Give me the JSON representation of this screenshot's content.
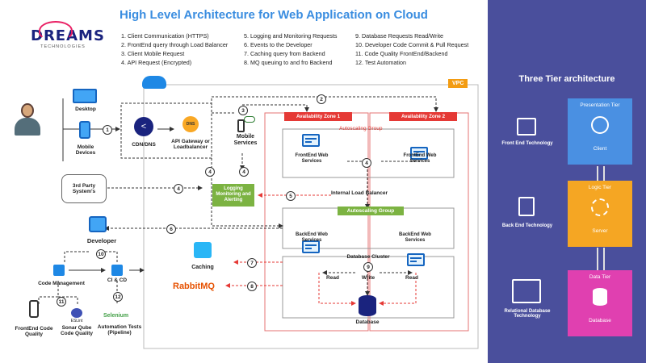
{
  "title": "High Level Architecture for Web Application on Cloud",
  "logo": {
    "main": "DREAMS",
    "sub": "TECHNOLOGIES"
  },
  "legend": [
    "1. Client Communication (HTTPS)",
    "2. FrontEnd query through Load Balancer",
    "3. Client Mobile Request",
    "4. API Request (Encrypted)",
    "5. Logging and Monitoring Requests",
    "6. Events to the Developer",
    "7. Caching query from Backend",
    "8. MQ queuing to and fro Backend",
    "9. Database Requests Read/Write",
    "10. Developer Code Commit & Pull Request",
    "11. Code Quality FrontEnd/Backend",
    "12. Test Automation"
  ],
  "nodes": {
    "desktop": "Desktop",
    "mobile_devices": "Mobile Devices",
    "cdn": "CDN/DNS",
    "api_gateway": "API Gateway or Loadbalancer",
    "dns_badge": "DNS",
    "mobile_services": "Mobile Services",
    "third_party": "3rd Party System's",
    "logging": "Logging Monitoring and Alerting",
    "developer": "Developer",
    "code_management": "Code Management",
    "ci_cd": "CI & CD",
    "frontend_code_quality": "FrontEnd Code Quality",
    "sonar": "Sonar Qube Code Quality",
    "eslint": "ESLint",
    "selenium": "Selenium",
    "automation": "Automation Tests (Pipeline)",
    "caching": "Caching",
    "rabbitmq": "RabbitMQ",
    "vpc": "VPC",
    "az1": "Availability Zone 1",
    "az2": "Availability Zone 2",
    "autoscaling1": "Autoscaling Group",
    "autoscaling2": "Autoscaling Group",
    "fe1": "FrontEnd Web Services",
    "fe2": "FrontEnd Web Services",
    "ilb": "Internal Load Balancer",
    "be1": "BackEnd Web Services",
    "be2": "BackEnd Web Services",
    "db_cluster": "Database Cluster",
    "read_left": "Read",
    "write": "Write",
    "read_right": "Read",
    "database": "Database"
  },
  "right_panel": {
    "title": "Three Tier architecture",
    "tiers": [
      {
        "name": "Presentation Tier",
        "caption": "Client",
        "side": "Front End Technology",
        "color": "#4a90e2"
      },
      {
        "name": "Logic Tier",
        "caption": "Server",
        "side": "Back End Technology",
        "color": "#f5a623"
      },
      {
        "name": "Data Tier",
        "caption": "Database",
        "side": "Relational Database Technology",
        "color": "#e040b0"
      }
    ]
  }
}
